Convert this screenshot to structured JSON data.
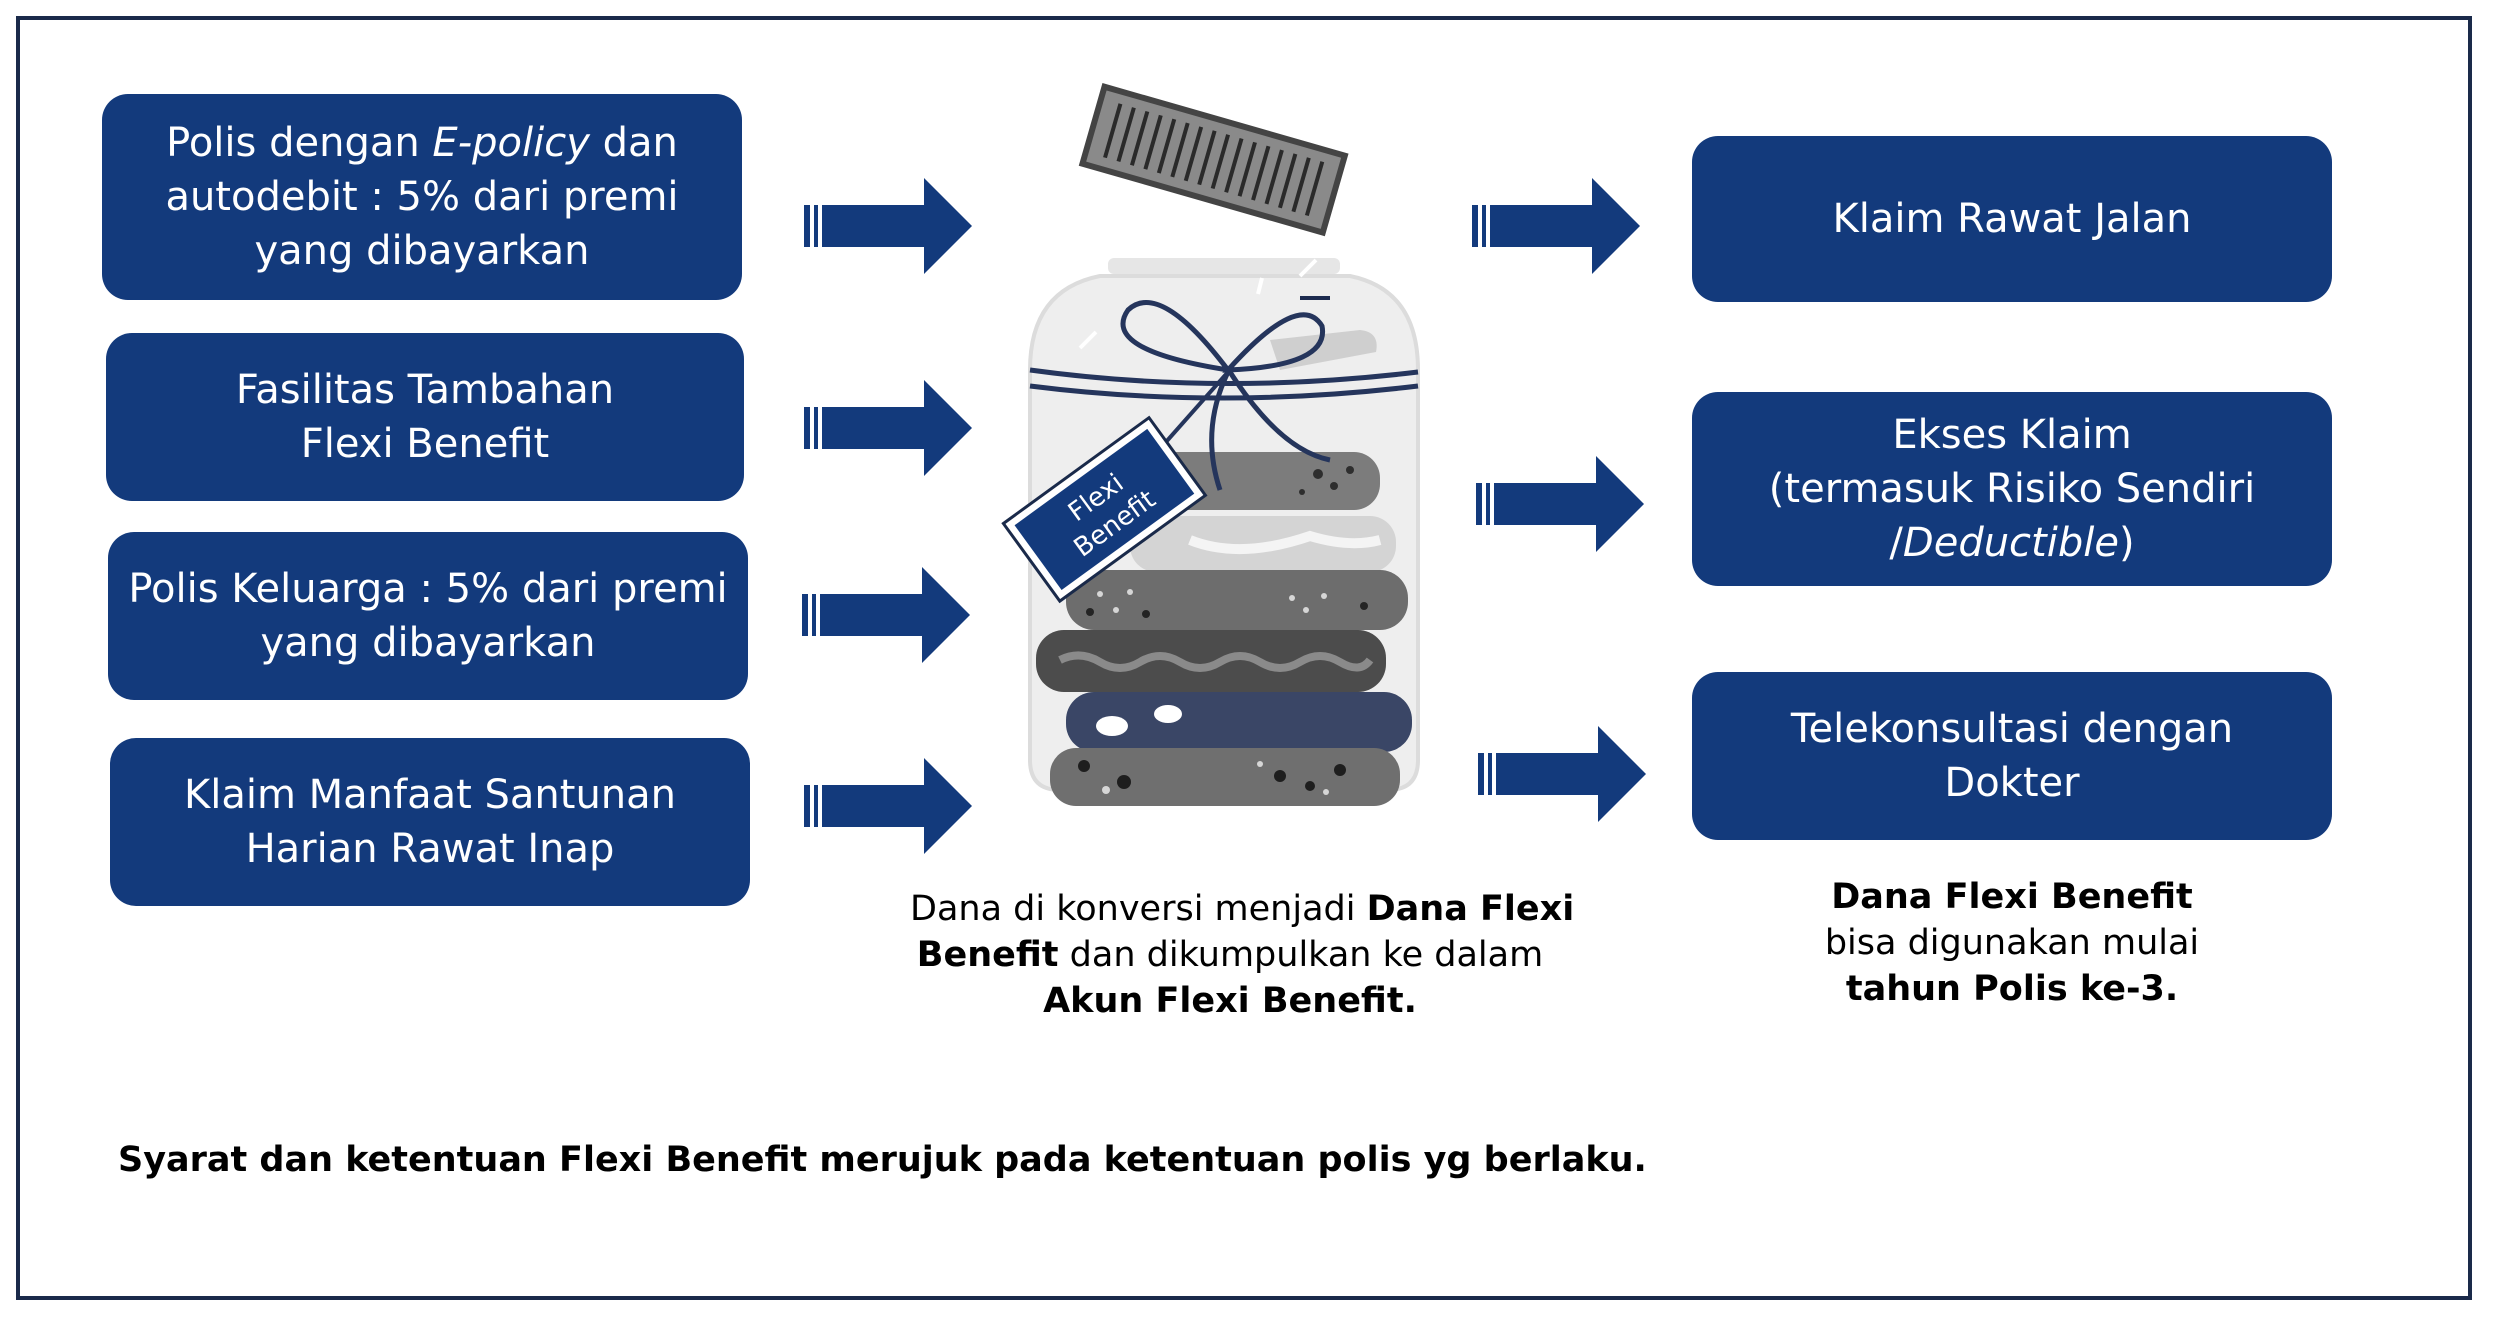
{
  "left_boxes": [
    {
      "line1_prefix": "Polis dengan ",
      "line1_italic": "E-policy",
      "line1_suffix": " dan",
      "line2": "autodebit : 5% dari premi",
      "line3": "yang dibayarkan"
    },
    {
      "line1": "Fasilitas Tambahan",
      "line2": "Flexi Benefit"
    },
    {
      "line1": "Polis Keluarga : 5% dari premi",
      "line2": "yang dibayarkan"
    },
    {
      "line1": "Klaim Manfaat Santunan",
      "line2": "Harian Rawat Inap"
    }
  ],
  "right_boxes": [
    {
      "line1": "Klaim Rawat Jalan"
    },
    {
      "line1": "Ekses Klaim",
      "line2": "(termasuk Risiko Sendiri",
      "line3_prefix": "/",
      "line3_italic": "Deductible",
      "line3_suffix": ")"
    },
    {
      "line1": "Telekonsultasi dengan",
      "line2": "Dokter"
    }
  ],
  "jar_tag": {
    "line1": "Flexi",
    "line2": "Benefit"
  },
  "center_caption": {
    "l1_normal": "Dana di konversi menjadi ",
    "l1_bold": "Dana Flexi",
    "l2_bold": "Benefit",
    "l2_normal": " dan dikumpulkan ke dalam",
    "l3_bold": "Akun Flexi Benefit."
  },
  "right_caption": {
    "l1_bold": "Dana Flexi Benefit",
    "l2_normal": "bisa digunakan mulai",
    "l3_bold": "tahun Polis ke-3."
  },
  "footer": "Syarat dan ketentuan Flexi Benefit merujuk pada ketentuan polis yg berlaku.",
  "colors": {
    "box": "#133a7c",
    "arrow": "#133a7c",
    "frame": "#1a2a4a"
  }
}
